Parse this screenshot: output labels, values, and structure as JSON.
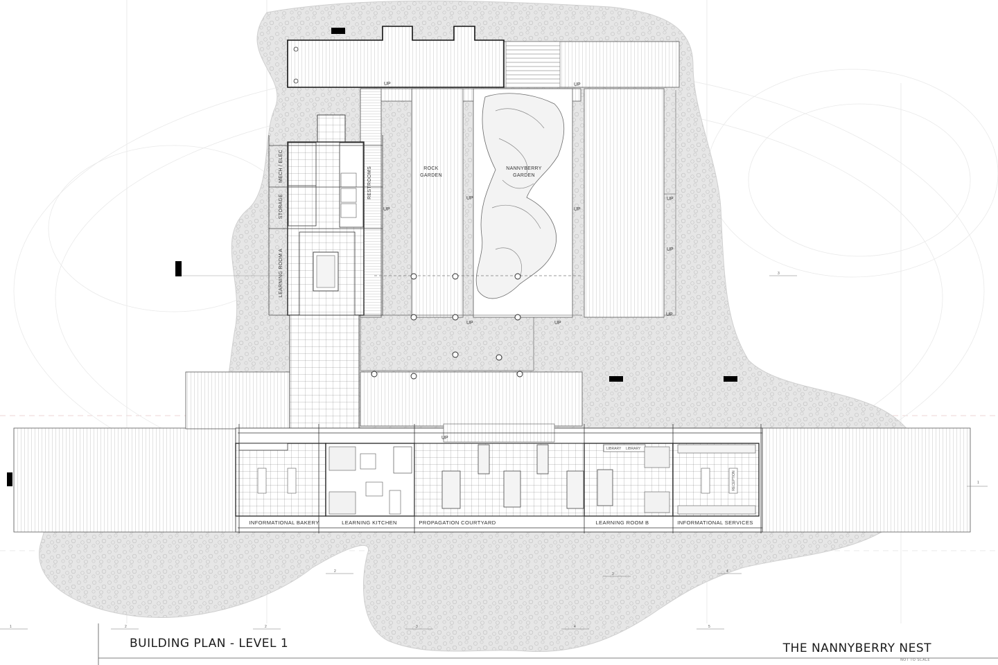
{
  "sheet": {
    "title": "BUILDING PLAN - LEVEL 1",
    "project": "THE NANNYBERRY NEST",
    "note": "NOT TO SCALE"
  },
  "labels": {
    "rock_garden": [
      "ROCK",
      "GARDEN"
    ],
    "nannyberry_garden": [
      "NANNYBERRY",
      "GARDEN"
    ],
    "restrooms": "RESTROOMS",
    "storage": "STORAGE",
    "mech_elec": "MECH / ELEC",
    "learning_room_a": "LEARNING ROOM A",
    "informational_bakery": "INFORMATIONAL BAKERY",
    "learning_kitchen": "LEARNING KITCHEN",
    "propagation_courtyard": "PROPAGATION COURTYARD",
    "learning_room_b": "LEARNING ROOM B",
    "informational_services": "INFORMATIONAL SERVICES",
    "up": "UP"
  },
  "small_labels": {
    "library": "LIBRARY",
    "reception": "RECEPTION"
  },
  "grid_marks": [
    "1",
    "2",
    "3",
    "4",
    "5"
  ],
  "colors": {
    "line": "#3a3a3a",
    "gravel": "#e4e4e4",
    "gravel_dot": "#bdbdbd",
    "paper": "#ffffff"
  }
}
